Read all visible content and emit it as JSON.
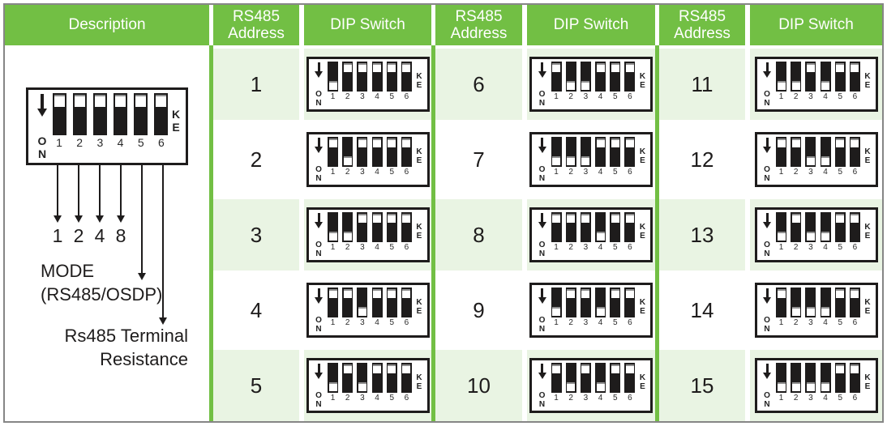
{
  "header": {
    "description_label": "Description",
    "address_label": "RS485 Address",
    "dip_label": "DIP Switch"
  },
  "dip_legend": {
    "on_letters": [
      "O",
      "N"
    ],
    "ke_letters": [
      "K",
      "E"
    ],
    "positions": [
      "1",
      "2",
      "3",
      "4",
      "5",
      "6"
    ]
  },
  "description_panel": {
    "bit_values": [
      "1",
      "2",
      "4",
      "8"
    ],
    "mode_line1": "MODE",
    "mode_line2": "(RS485/OSDP)",
    "terminal_line1": "Rs485 Terminal",
    "terminal_line2": "Resistance",
    "large_dip_switches_on": []
  },
  "groups": [
    {
      "entries": [
        {
          "address": "1",
          "on_switches": [
            1
          ]
        },
        {
          "address": "2",
          "on_switches": [
            2
          ]
        },
        {
          "address": "3",
          "on_switches": [
            1,
            2
          ]
        },
        {
          "address": "4",
          "on_switches": [
            3
          ]
        },
        {
          "address": "5",
          "on_switches": [
            1,
            3
          ]
        }
      ]
    },
    {
      "entries": [
        {
          "address": "6",
          "on_switches": [
            2,
            3
          ]
        },
        {
          "address": "7",
          "on_switches": [
            1,
            2,
            3
          ]
        },
        {
          "address": "8",
          "on_switches": [
            4
          ]
        },
        {
          "address": "9",
          "on_switches": [
            1,
            4
          ]
        },
        {
          "address": "10",
          "on_switches": [
            2,
            4
          ]
        }
      ]
    },
    {
      "entries": [
        {
          "address": "11",
          "on_switches": [
            1,
            2,
            4
          ]
        },
        {
          "address": "12",
          "on_switches": [
            3,
            4
          ]
        },
        {
          "address": "13",
          "on_switches": [
            1,
            3,
            4
          ]
        },
        {
          "address": "14",
          "on_switches": [
            2,
            3,
            4
          ]
        },
        {
          "address": "15",
          "on_switches": [
            1,
            2,
            3,
            4
          ]
        }
      ]
    }
  ],
  "colors": {
    "header_green": "#72bf44",
    "row_green": "#e9f4e3",
    "switch_black": "#1e1c1c",
    "frame_border": "#868686"
  }
}
